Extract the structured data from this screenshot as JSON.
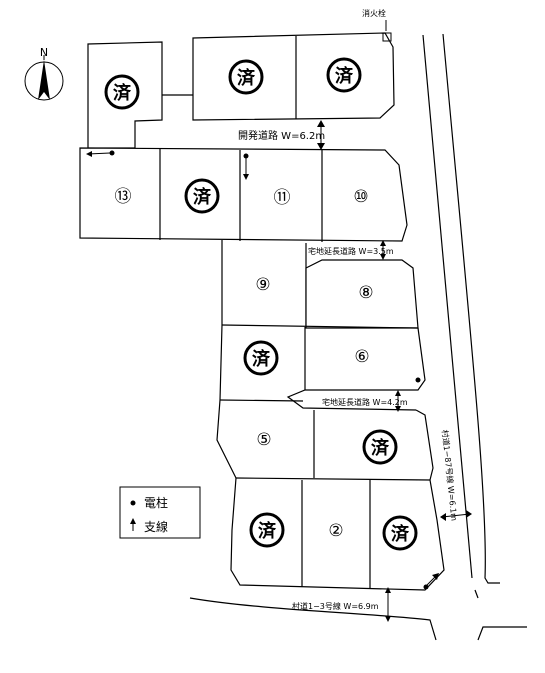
{
  "labels": {
    "hydrant": "消火栓",
    "north": "N",
    "dev_road": "開発道路 W=6.2m",
    "ext_road_1": "宅地延長道路 W=3.5m",
    "ext_road_2": "宅地延長道路 W=4.2m",
    "village_road": "村道1−3号線 W=6.9m",
    "right_road": "村道1−87号線 W=6.1m"
  },
  "legend": {
    "pole": "電柱",
    "guy_wire": "支線"
  },
  "lots": {
    "sold_mark": "済",
    "l2": "②",
    "l5": "⑤",
    "l6": "⑥",
    "l8": "⑧",
    "l9": "⑨",
    "l10": "⑩",
    "l11": "⑪",
    "l13": "⑬"
  }
}
